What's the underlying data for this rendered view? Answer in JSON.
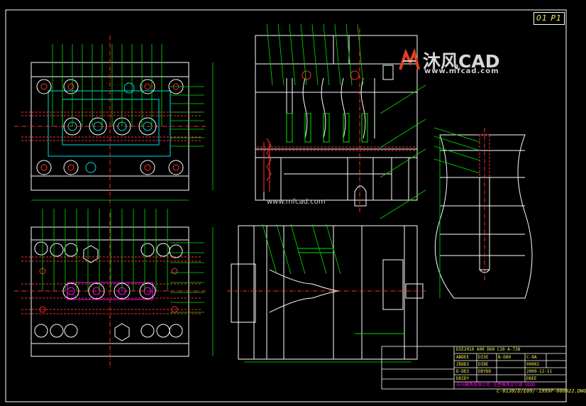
{
  "sheet": {
    "id": "01 P1"
  },
  "watermark": {
    "brand": "沐风CAD",
    "url": "www.mfcad.com",
    "center_url": "www.mfcad.com"
  },
  "title_block": {
    "material_line": "DIE2010 A00 D60 C20 A-738",
    "cells": [
      "ABDEE",
      "DISE",
      "B-D80",
      "C-9A",
      "ZDDD3",
      "DIBE",
      "00002",
      "D-DD3",
      "DDYDD",
      "2009-12-11",
      "DDIDY",
      "DDEE"
    ],
    "designer_line": "苏州模具有限公司 注塑模具设计部 DDDD",
    "file_name": "C-0130/D/E09/-1999P-000022.DWG"
  },
  "colors": {
    "background": "#000000",
    "outline": "#ffffff",
    "dimension": "#00e000",
    "hidden": "#ff3030",
    "center": "#ff3030",
    "accent": "#ff00ff",
    "cyan": "#00e0e0",
    "text": "#f5f54a"
  }
}
